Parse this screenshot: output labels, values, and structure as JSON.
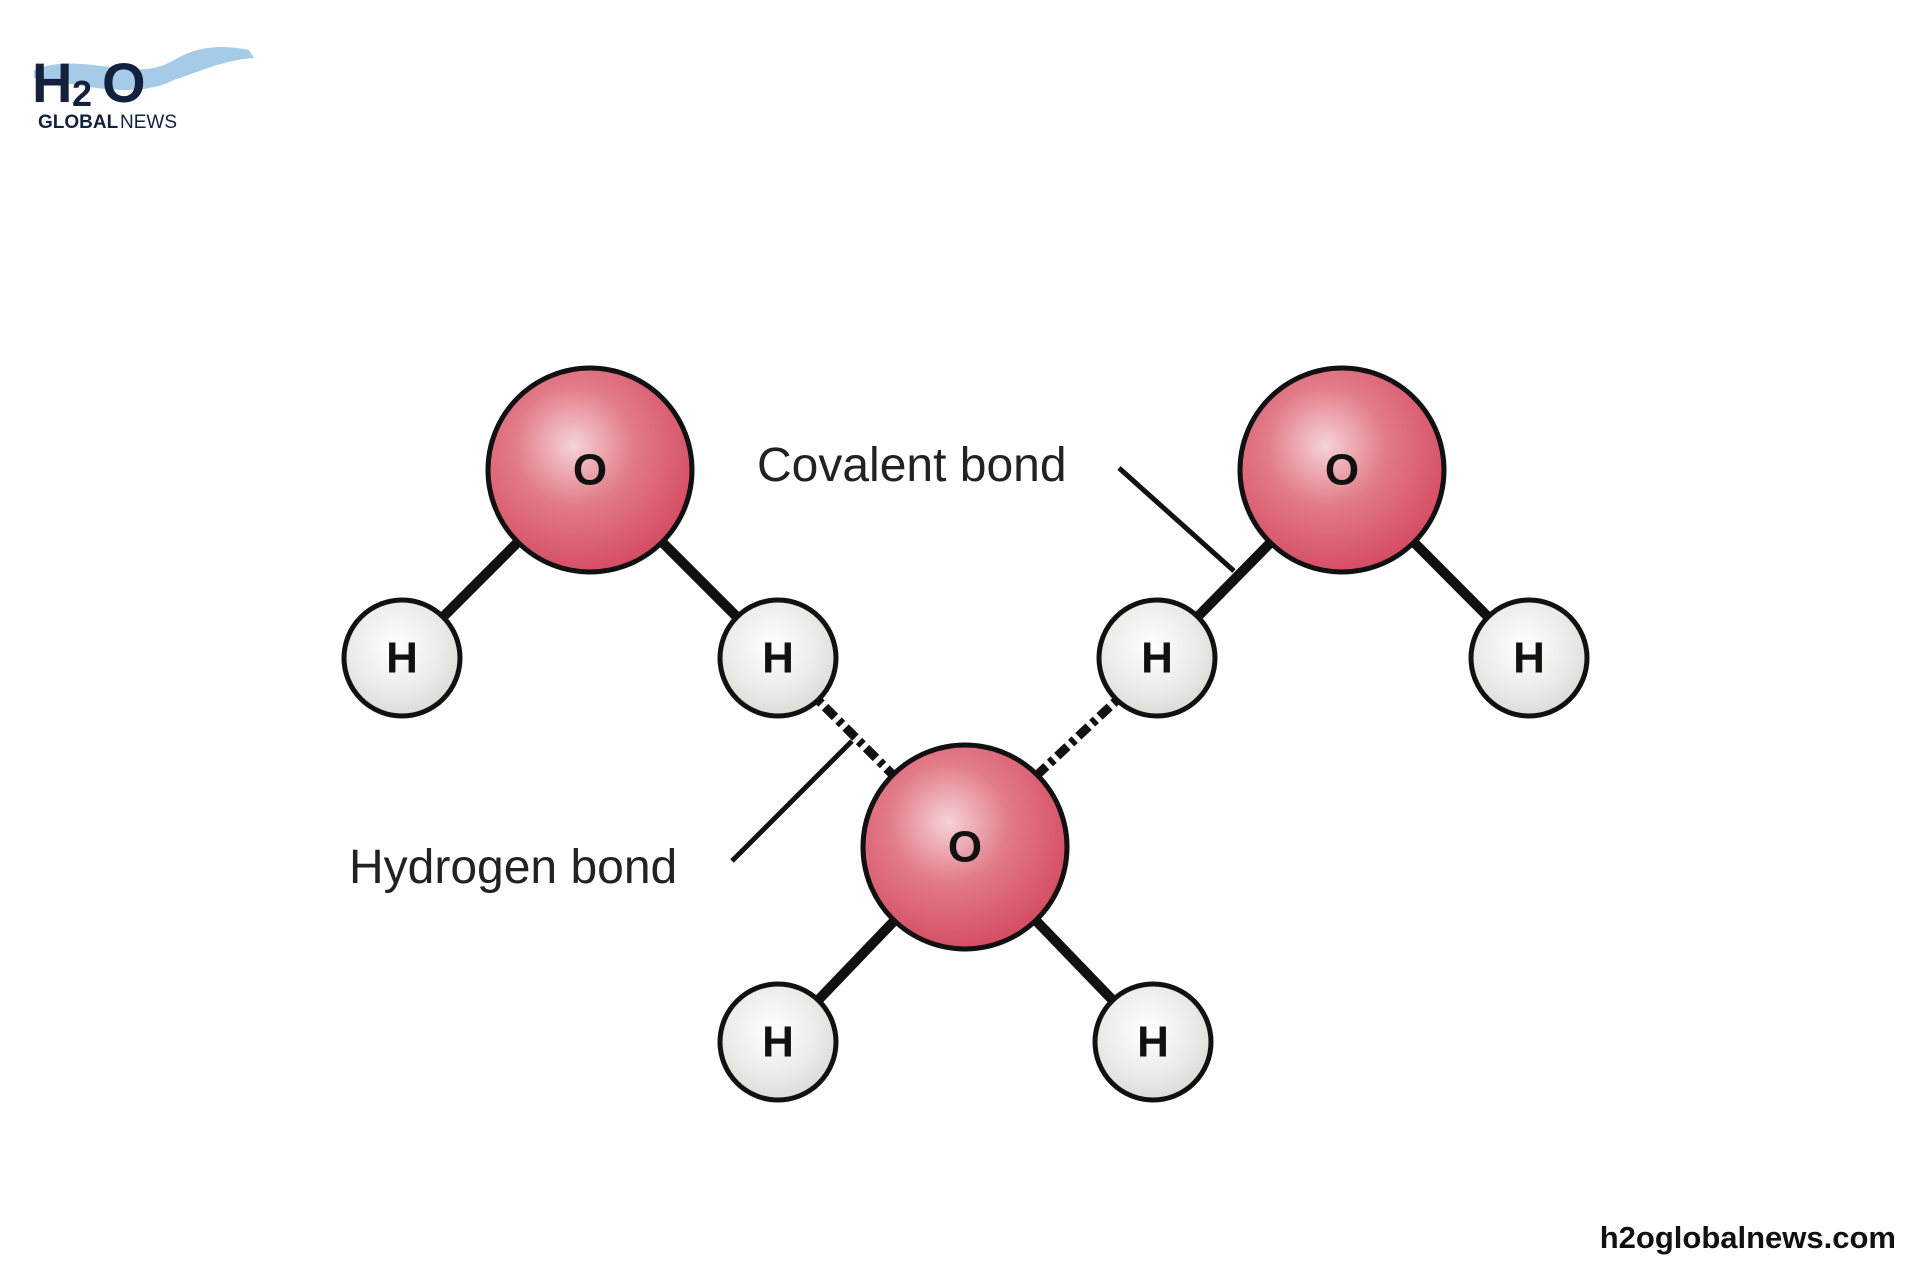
{
  "logo": {
    "big": "H2O",
    "sub_bold": "GLOBAL",
    "sub_light": "NEWS"
  },
  "diagram": {
    "oxygen_label": "O",
    "hydrogen_label": "H",
    "covalent_label": "Covalent bond",
    "hydrogen_bond_label": "Hydrogen bond"
  },
  "footer": {
    "website": "h2oglobalnews.com"
  },
  "colors": {
    "oxygen": "#d9566b",
    "hydrogen": "#e6e6e2",
    "logo": "#14213d",
    "water": "#4a8ec9"
  }
}
